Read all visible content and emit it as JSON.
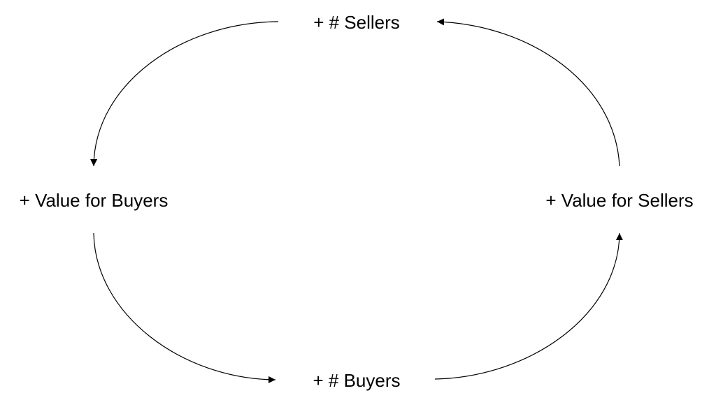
{
  "diagram": {
    "type": "cycle",
    "nodes": {
      "sellers": {
        "label": "+ # Sellers"
      },
      "value_for_buyers": {
        "label": "+ Value for Buyers"
      },
      "buyers": {
        "label": "+ # Buyers"
      },
      "value_for_sellers": {
        "label": "+ Value for Sellers"
      }
    },
    "edges": [
      {
        "from": "sellers",
        "to": "value_for_buyers"
      },
      {
        "from": "value_for_buyers",
        "to": "buyers"
      },
      {
        "from": "buyers",
        "to": "value_for_sellers"
      },
      {
        "from": "value_for_sellers",
        "to": "sellers"
      }
    ],
    "colors": {
      "line": "#000000",
      "text": "#000000",
      "background": "#ffffff"
    }
  }
}
